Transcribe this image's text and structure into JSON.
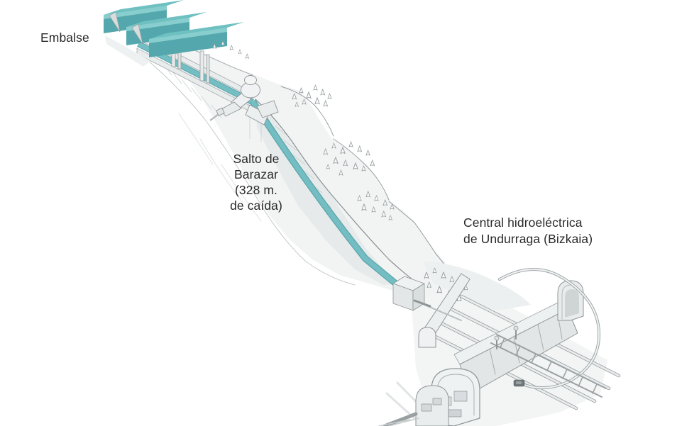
{
  "figure": {
    "type": "isometric-infographic",
    "subject": "hydroelectric-plant-scheme",
    "labels": {
      "reservoir": "Embalse",
      "drop": "Salto de\nBarazar\n(328 m.\nde caída)",
      "plant": "Central hidroeléctrica\nde Undurraga (Bizkaia)"
    },
    "colors": {
      "water_top": "#6fc0c1",
      "water_front": "#54a8ad",
      "water_front_light": "#8ed1d1",
      "penstock": "#74bec3",
      "penstock_edge": "#58a6ac",
      "sketch_line": "#8f9596",
      "sketch_fill": "#f1f3f4",
      "text": "#2a2a2a",
      "background": "#ffffff"
    }
  }
}
